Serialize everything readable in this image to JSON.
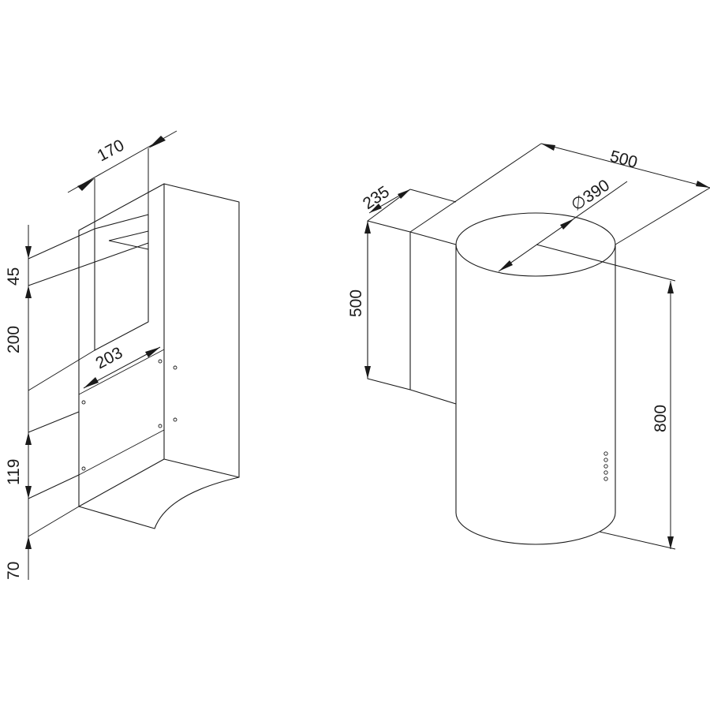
{
  "colors": {
    "line": "#1a1a1a",
    "background": "#ffffff"
  },
  "left_view": {
    "dims": {
      "top_width": "170",
      "mount_height": "45",
      "bracket_height": "200",
      "lower_width": "203",
      "lower_offset": "119",
      "bottom_offset": "70"
    }
  },
  "right_view": {
    "dims": {
      "overall_depth": "500",
      "wall_depth": "235",
      "diameter": "∅390",
      "chimney_height": "500",
      "body_height": "800"
    }
  }
}
